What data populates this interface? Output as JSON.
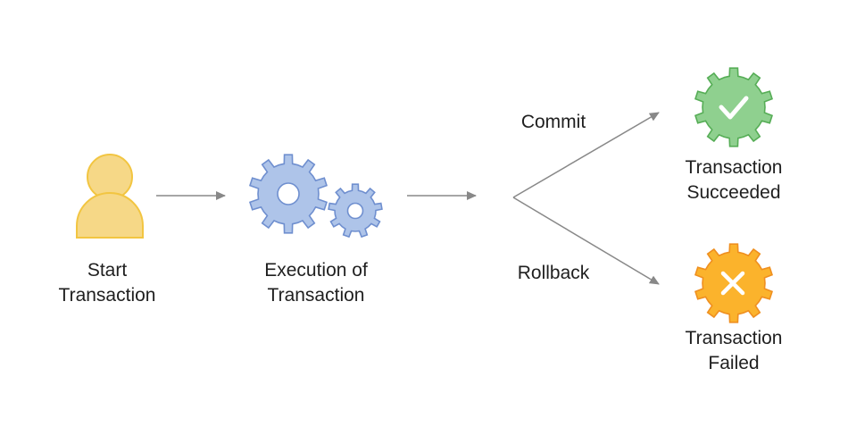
{
  "nodes": {
    "start": {
      "line1": "Start",
      "line2": "Transaction"
    },
    "execution": {
      "line1": "Execution of",
      "line2": "Transaction"
    },
    "succeeded": {
      "line1": "Transaction",
      "line2": "Succeeded"
    },
    "failed": {
      "line1": "Transaction",
      "line2": "Failed"
    }
  },
  "edges": {
    "commit": "Commit",
    "rollback": "Rollback"
  },
  "icons": {
    "start": "person-icon",
    "execution": "gears-icon",
    "succeeded": "check-gear-icon",
    "failed": "cross-gear-icon"
  },
  "colors": {
    "person_fill": "#f6d887",
    "person_stroke": "#f2c541",
    "gear_fill": "#aec4e9",
    "gear_stroke": "#6f8fcf",
    "success_fill": "#8fd08f",
    "success_stroke": "#56ad56",
    "fail_fill": "#fbb32c",
    "fail_stroke": "#ef8f1f",
    "arrow": "#888888",
    "text": "#1f1f1f"
  }
}
